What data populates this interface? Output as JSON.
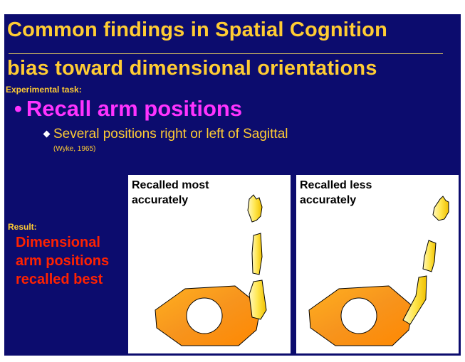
{
  "slide": {
    "title_line1": "Common findings in Spatial Cognition",
    "title_line2": "bias toward dimensional orientations",
    "experimental_label": "Experimental task:",
    "bullet1": "Recall arm positions",
    "bullet1_marker": "•",
    "bullet2": "Several positions right or left of Sagittal",
    "citation": "(Wyke, 1965)",
    "result_label": "Result:",
    "result_text": "Dimensional arm positions recalled best",
    "panel_left_title": "Recalled most accurately",
    "panel_right_title": "Recalled less accurately"
  },
  "colors": {
    "background": "#0c0c6e",
    "title": "#ffcc33",
    "bullet1": "#ff33ff",
    "result": "#ff2200",
    "body_fill": "#f7941d",
    "arm_fill": "#ffe64d"
  }
}
